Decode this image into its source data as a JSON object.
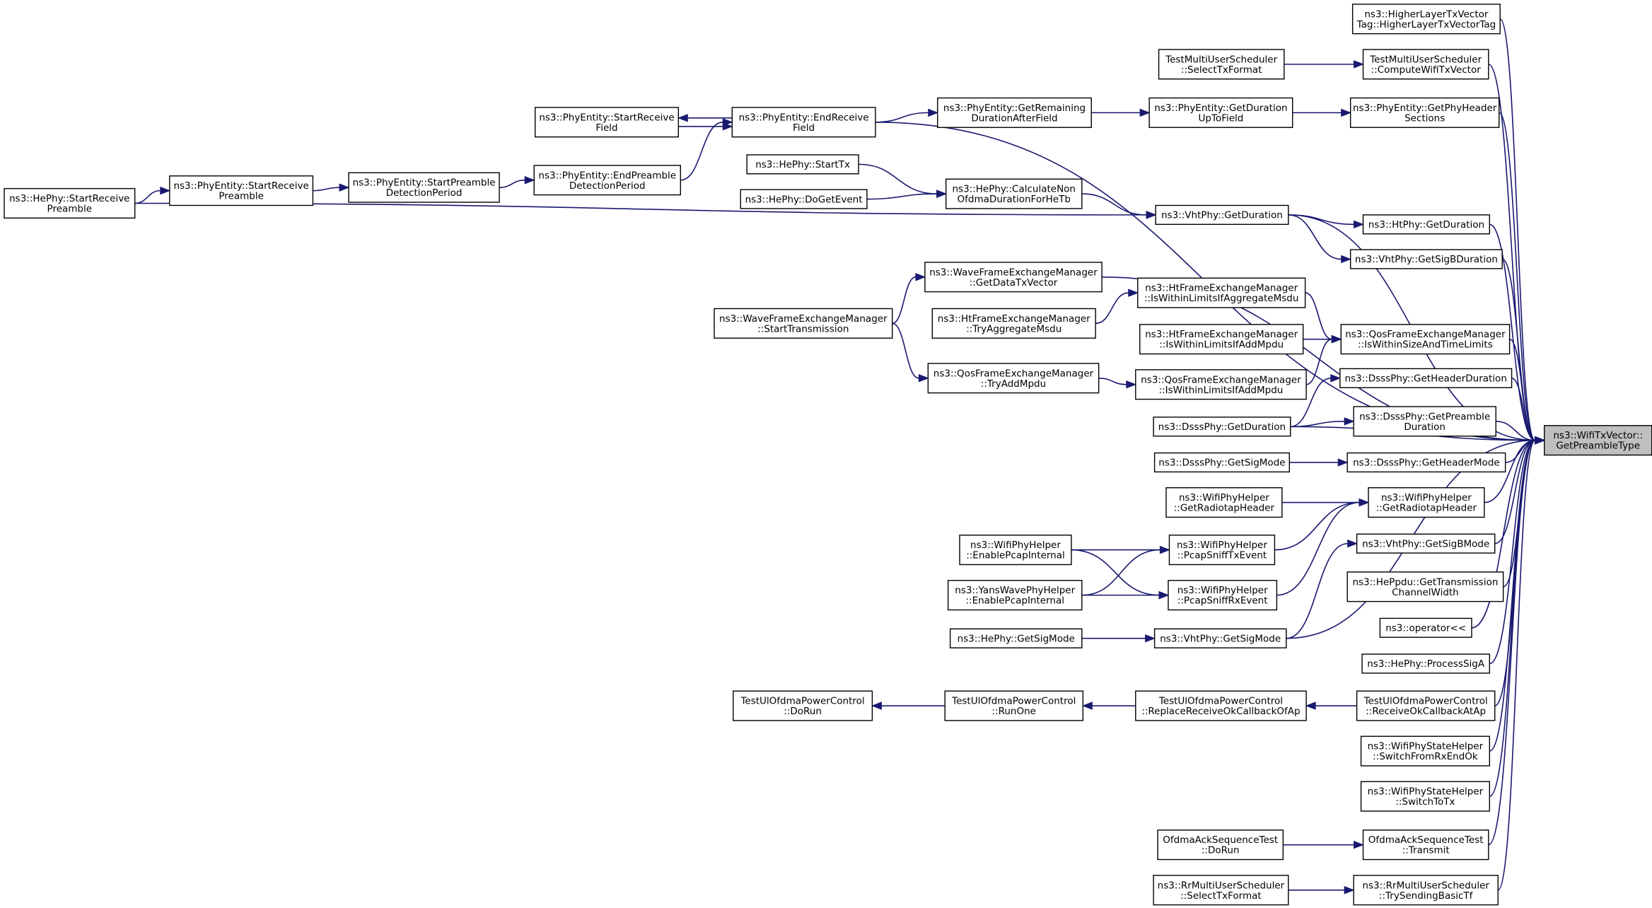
{
  "nodes": [
    {
      "id": "target",
      "lines": [
        "ns3::WifiTxVector::",
        "GetPreambleType"
      ],
      "highlight": true
    },
    {
      "id": "hl_tag",
      "lines": [
        "ns3::HigherLayerTxVector",
        "Tag::HigherLayerTxVectorTag"
      ]
    },
    {
      "id": "tmus_select",
      "lines": [
        "TestMultiUserScheduler",
        "::SelectTxFormat"
      ]
    },
    {
      "id": "tmus_compute",
      "lines": [
        "TestMultiUserScheduler",
        "::ComputeWifiTxVector"
      ]
    },
    {
      "id": "pe_srf",
      "lines": [
        "ns3::PhyEntity::StartReceive",
        "Field"
      ]
    },
    {
      "id": "pe_erf",
      "lines": [
        "ns3::PhyEntity::EndReceive",
        "Field"
      ]
    },
    {
      "id": "pe_grd",
      "lines": [
        "ns3::PhyEntity::GetRemaining",
        "DurationAfterField"
      ]
    },
    {
      "id": "pe_gdu",
      "lines": [
        "ns3::PhyEntity::GetDuration",
        "UpToField"
      ]
    },
    {
      "id": "pe_gphs",
      "lines": [
        "ns3::PhyEntity::GetPhyHeader",
        "Sections"
      ]
    },
    {
      "id": "he_srp",
      "lines": [
        "ns3::HePhy::StartReceive",
        "Preamble"
      ]
    },
    {
      "id": "pe_srp",
      "lines": [
        "ns3::PhyEntity::StartReceive",
        "Preamble"
      ]
    },
    {
      "id": "pe_spdp",
      "lines": [
        "ns3::PhyEntity::StartPreamble",
        "DetectionPeriod"
      ]
    },
    {
      "id": "pe_epdp",
      "lines": [
        "ns3::PhyEntity::EndPreamble",
        "DetectionPeriod"
      ]
    },
    {
      "id": "he_starttx",
      "lines": [
        "ns3::HePhy::StartTx"
      ]
    },
    {
      "id": "he_dogetevent",
      "lines": [
        "ns3::HePhy::DoGetEvent"
      ]
    },
    {
      "id": "he_cnod",
      "lines": [
        "ns3::HePhy::CalculateNon",
        "OfdmaDurationForHeTb"
      ]
    },
    {
      "id": "vht_getduration",
      "lines": [
        "ns3::VhtPhy::GetDuration"
      ]
    },
    {
      "id": "ht_getduration",
      "lines": [
        "ns3::HtPhy::GetDuration"
      ]
    },
    {
      "id": "vht_getsigbduration",
      "lines": [
        "ns3::VhtPhy::GetSigBDuration"
      ]
    },
    {
      "id": "wfem_gdtv",
      "lines": [
        "ns3::WaveFrameExchangeManager",
        "::GetDataTxVector"
      ]
    },
    {
      "id": "wfem_st",
      "lines": [
        "ns3::WaveFrameExchangeManager",
        "::StartTransmission"
      ]
    },
    {
      "id": "htfem_iwlam",
      "lines": [
        "ns3::HtFrameExchangeManager",
        "::IsWithinLimitsIfAggregateMsdu"
      ]
    },
    {
      "id": "htfem_tam",
      "lines": [
        "ns3::HtFrameExchangeManager",
        "::TryAggregateMsdu"
      ]
    },
    {
      "id": "htfem_iwladdm",
      "lines": [
        "ns3::HtFrameExchangeManager",
        "::IsWithinLimitsIfAddMpdu"
      ]
    },
    {
      "id": "qos_iwst",
      "lines": [
        "ns3::QosFrameExchangeManager",
        "::IsWithinSizeAndTimeLimits"
      ]
    },
    {
      "id": "qos_tam",
      "lines": [
        "ns3::QosFrameExchangeManager",
        "::TryAddMpdu"
      ]
    },
    {
      "id": "qos_iwladdm",
      "lines": [
        "ns3::QosFrameExchangeManager",
        "::IsWithinLimitsIfAddMpdu"
      ]
    },
    {
      "id": "dsss_ghd",
      "lines": [
        "ns3::DsssPhy::GetHeaderDuration"
      ]
    },
    {
      "id": "dsss_getduration",
      "lines": [
        "ns3::DsssPhy::GetDuration"
      ]
    },
    {
      "id": "dsss_gpd",
      "lines": [
        "ns3::DsssPhy::GetPreamble",
        "Duration"
      ]
    },
    {
      "id": "dsss_getsigmode",
      "lines": [
        "ns3::DsssPhy::GetSigMode"
      ]
    },
    {
      "id": "dsss_ghm",
      "lines": [
        "ns3::DsssPhy::GetHeaderMode"
      ]
    },
    {
      "id": "wph_grh1",
      "lines": [
        "ns3::WifiPhyHelper",
        "::GetRadiotapHeader"
      ]
    },
    {
      "id": "wph_grh2",
      "lines": [
        "ns3::WifiPhyHelper",
        "::GetRadiotapHeader"
      ]
    },
    {
      "id": "wph_epi",
      "lines": [
        "ns3::WifiPhyHelper",
        "::EnablePcapInternal"
      ]
    },
    {
      "id": "wph_pste",
      "lines": [
        "ns3::WifiPhyHelper",
        "::PcapSniffTxEvent"
      ]
    },
    {
      "id": "ywph_epi",
      "lines": [
        "ns3::YansWavePhyHelper",
        "::EnablePcapInternal"
      ]
    },
    {
      "id": "wph_psre",
      "lines": [
        "ns3::WifiPhyHelper",
        "::PcapSniffRxEvent"
      ]
    },
    {
      "id": "vht_getsigbmode",
      "lines": [
        "ns3::VhtPhy::GetSigBMode"
      ]
    },
    {
      "id": "heppdu_gtcw",
      "lines": [
        "ns3::HePpdu::GetTransmission",
        "ChannelWidth"
      ]
    },
    {
      "id": "he_getsigmode",
      "lines": [
        "ns3::HePhy::GetSigMode"
      ]
    },
    {
      "id": "vht_getsigmode",
      "lines": [
        "ns3::VhtPhy::GetSigMode"
      ]
    },
    {
      "id": "op_ll",
      "lines": [
        "ns3::operator<<"
      ]
    },
    {
      "id": "he_processsiga",
      "lines": [
        "ns3::HePhy::ProcessSigA"
      ]
    },
    {
      "id": "tuopc_dorun",
      "lines": [
        "TestUlOfdmaPowerControl",
        "::DoRun"
      ]
    },
    {
      "id": "tuopc_runone",
      "lines": [
        "TestUlOfdmaPowerControl",
        "::RunOne"
      ]
    },
    {
      "id": "tuopc_rrocoa",
      "lines": [
        "TestUlOfdmaPowerControl",
        "::ReplaceReceiveOkCallbackOfAp"
      ]
    },
    {
      "id": "tuopc_rocaa",
      "lines": [
        "TestUlOfdmaPowerControl",
        "::ReceiveOkCallbackAtAp"
      ]
    },
    {
      "id": "wpsh_sfre",
      "lines": [
        "ns3::WifiPhyStateHelper",
        "::SwitchFromRxEndOk"
      ]
    },
    {
      "id": "wpsh_stt",
      "lines": [
        "ns3::WifiPhyStateHelper",
        "::SwitchToTx"
      ]
    },
    {
      "id": "oast_dorun",
      "lines": [
        "OfdmaAckSequenceTest",
        "::DoRun"
      ]
    },
    {
      "id": "oast_transmit",
      "lines": [
        "OfdmaAckSequenceTest",
        "::Transmit"
      ]
    },
    {
      "id": "rmus_stf",
      "lines": [
        "ns3::RrMultiUserScheduler",
        "::SelectTxFormat"
      ]
    },
    {
      "id": "rmus_tsbt",
      "lines": [
        "ns3::RrMultiUserScheduler",
        "::TrySendingBasicTf"
      ]
    }
  ],
  "edges": [
    [
      "tmus_select",
      "tmus_compute"
    ],
    [
      "pe_srf",
      "pe_erf"
    ],
    [
      "pe_erf",
      "pe_srf"
    ],
    [
      "pe_erf",
      "pe_grd"
    ],
    [
      "pe_grd",
      "pe_gdu"
    ],
    [
      "pe_gdu",
      "pe_gphs"
    ],
    [
      "he_srp",
      "pe_srp"
    ],
    [
      "pe_srp",
      "pe_spdp"
    ],
    [
      "pe_spdp",
      "pe_epdp"
    ],
    [
      "pe_epdp",
      "pe_erf"
    ],
    [
      "he_starttx",
      "he_cnod"
    ],
    [
      "he_dogetevent",
      "he_cnod"
    ],
    [
      "he_cnod",
      "vht_getduration"
    ],
    [
      "he_srp",
      "vht_getduration"
    ],
    [
      "vht_getduration",
      "ht_getduration"
    ],
    [
      "vht_getduration",
      "vht_getsigbduration"
    ],
    [
      "wfem_st",
      "wfem_gdtv"
    ],
    [
      "htfem_tam",
      "htfem_iwlam"
    ],
    [
      "wfem_st",
      "qos_tam"
    ],
    [
      "htfem_iwladdm",
      "qos_iwst"
    ],
    [
      "htfem_iwlam",
      "qos_iwst"
    ],
    [
      "qos_tam",
      "qos_iwladdm"
    ],
    [
      "qos_iwladdm",
      "qos_iwst"
    ],
    [
      "dsss_getduration",
      "dsss_ghd"
    ],
    [
      "dsss_getduration",
      "dsss_gpd"
    ],
    [
      "dsss_getsigmode",
      "dsss_ghm"
    ],
    [
      "wph_grh1",
      "wph_grh2"
    ],
    [
      "wph_epi",
      "wph_pste"
    ],
    [
      "wph_epi",
      "wph_psre"
    ],
    [
      "ywph_epi",
      "wph_pste"
    ],
    [
      "ywph_epi",
      "wph_psre"
    ],
    [
      "wph_pste",
      "wph_grh2"
    ],
    [
      "wph_psre",
      "wph_grh2"
    ],
    [
      "he_getsigmode",
      "vht_getsigmode"
    ],
    [
      "vht_getsigmode",
      "vht_getsigbmode"
    ],
    [
      "tuopc_runone",
      "tuopc_dorun"
    ],
    [
      "tuopc_rrocoa",
      "tuopc_runone"
    ],
    [
      "tuopc_rocaa",
      "tuopc_rrocoa"
    ],
    [
      "oast_dorun",
      "oast_transmit"
    ],
    [
      "rmus_stf",
      "rmus_tsbt"
    ],
    [
      "hl_tag",
      "target"
    ],
    [
      "tmus_compute",
      "target"
    ],
    [
      "pe_erf",
      "target"
    ],
    [
      "pe_gphs",
      "target"
    ],
    [
      "vht_getduration",
      "target"
    ],
    [
      "ht_getduration",
      "target"
    ],
    [
      "vht_getsigbduration",
      "target"
    ],
    [
      "wfem_gdtv",
      "target"
    ],
    [
      "qos_iwst",
      "target"
    ],
    [
      "dsss_ghd",
      "target"
    ],
    [
      "dsss_getduration",
      "target"
    ],
    [
      "dsss_gpd",
      "target"
    ],
    [
      "dsss_ghm",
      "target"
    ],
    [
      "wph_grh2",
      "target"
    ],
    [
      "vht_getsigbmode",
      "target"
    ],
    [
      "heppdu_gtcw",
      "target"
    ],
    [
      "vht_getsigmode",
      "target"
    ],
    [
      "op_ll",
      "target"
    ],
    [
      "he_processsiga",
      "target"
    ],
    [
      "tuopc_rocaa",
      "target"
    ],
    [
      "wpsh_sfre",
      "target"
    ],
    [
      "wpsh_stt",
      "target"
    ],
    [
      "oast_transmit",
      "target"
    ],
    [
      "rmus_tsbt",
      "target"
    ]
  ]
}
